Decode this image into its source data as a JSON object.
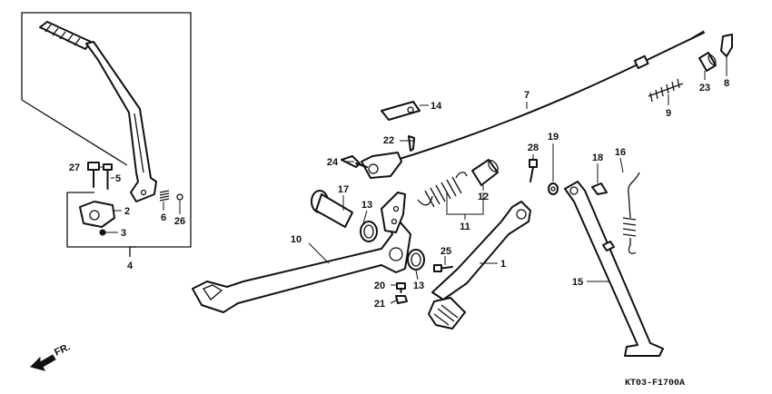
{
  "callouts": [
    {
      "id": "1",
      "text": "1"
    },
    {
      "id": "2",
      "text": "2"
    },
    {
      "id": "3",
      "text": "3"
    },
    {
      "id": "4",
      "text": "4"
    },
    {
      "id": "5",
      "text": "5"
    },
    {
      "id": "6",
      "text": "6"
    },
    {
      "id": "7",
      "text": "7"
    },
    {
      "id": "8",
      "text": "8"
    },
    {
      "id": "9",
      "text": "9"
    },
    {
      "id": "10",
      "text": "10"
    },
    {
      "id": "11",
      "text": "11"
    },
    {
      "id": "12",
      "text": "12"
    },
    {
      "id": "13a",
      "text": "13"
    },
    {
      "id": "13b",
      "text": "13"
    },
    {
      "id": "14",
      "text": "14"
    },
    {
      "id": "15",
      "text": "15"
    },
    {
      "id": "16",
      "text": "16"
    },
    {
      "id": "17",
      "text": "17"
    },
    {
      "id": "18",
      "text": "18"
    },
    {
      "id": "19",
      "text": "19"
    },
    {
      "id": "20",
      "text": "20"
    },
    {
      "id": "21",
      "text": "21"
    },
    {
      "id": "22",
      "text": "22"
    },
    {
      "id": "23",
      "text": "23"
    },
    {
      "id": "24",
      "text": "24"
    },
    {
      "id": "25",
      "text": "25"
    },
    {
      "id": "26",
      "text": "26"
    },
    {
      "id": "27",
      "text": "27"
    },
    {
      "id": "28",
      "text": "28"
    }
  ],
  "direction_label": "FR.",
  "drawing_code": "KT03-F1700A"
}
